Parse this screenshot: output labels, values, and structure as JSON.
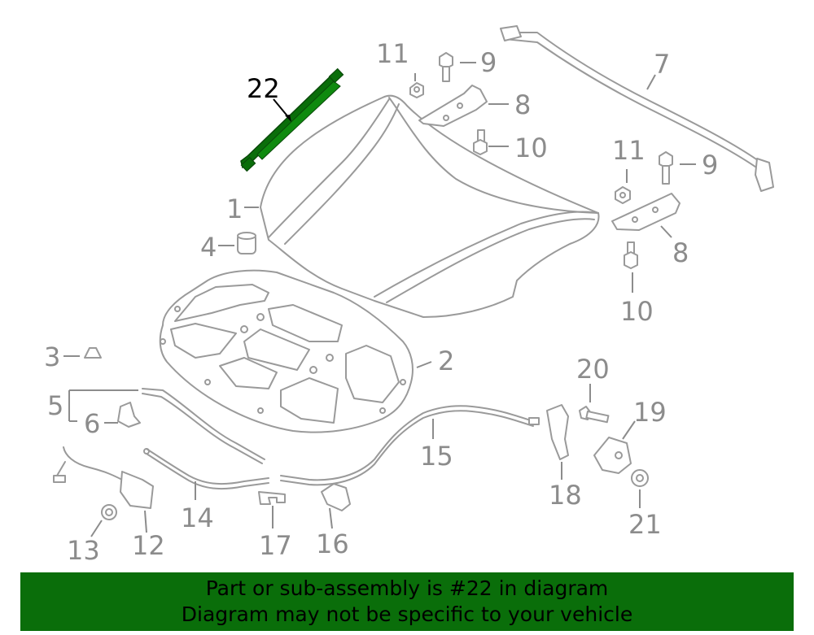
{
  "diagram": {
    "highlight_color": "#0a6e0a",
    "callouts": [
      {
        "id": "22",
        "text": "22",
        "highlighted": true
      },
      {
        "id": "11a",
        "text": "11"
      },
      {
        "id": "9a",
        "text": "9"
      },
      {
        "id": "8a",
        "text": "8"
      },
      {
        "id": "10a",
        "text": "10"
      },
      {
        "id": "7",
        "text": "7"
      },
      {
        "id": "11b",
        "text": "11"
      },
      {
        "id": "9b",
        "text": "9"
      },
      {
        "id": "8b",
        "text": "8"
      },
      {
        "id": "10b",
        "text": "10"
      },
      {
        "id": "1",
        "text": "1"
      },
      {
        "id": "4",
        "text": "4"
      },
      {
        "id": "3",
        "text": "3"
      },
      {
        "id": "2",
        "text": "2"
      },
      {
        "id": "5",
        "text": "5"
      },
      {
        "id": "6",
        "text": "6"
      },
      {
        "id": "20",
        "text": "20"
      },
      {
        "id": "19",
        "text": "19"
      },
      {
        "id": "15",
        "text": "15"
      },
      {
        "id": "18",
        "text": "18"
      },
      {
        "id": "21",
        "text": "21"
      },
      {
        "id": "14",
        "text": "14"
      },
      {
        "id": "13",
        "text": "13"
      },
      {
        "id": "12",
        "text": "12"
      },
      {
        "id": "17",
        "text": "17"
      },
      {
        "id": "16",
        "text": "16"
      }
    ]
  },
  "banner": {
    "line1": "Part or sub-assembly is #22 in diagram",
    "line2": "Diagram may not be specific to your vehicle",
    "background": "#0a6e0a"
  }
}
